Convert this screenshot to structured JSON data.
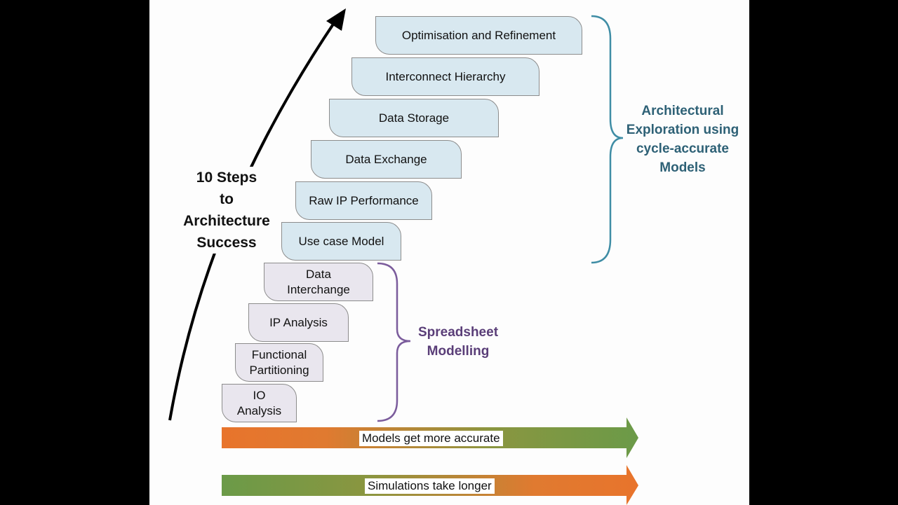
{
  "title": {
    "line1": "10 Steps",
    "line2": "to",
    "line3": "Architecture",
    "line4": "Success"
  },
  "steps": [
    {
      "label_line1": "IO",
      "label_line2": "Analysis",
      "group": "spreadsheet"
    },
    {
      "label_line1": "Functional",
      "label_line2": "Partitioning",
      "group": "spreadsheet"
    },
    {
      "label_line1": "IP Analysis",
      "label_line2": "",
      "group": "spreadsheet"
    },
    {
      "label_line1": "Data",
      "label_line2": "Interchange",
      "group": "spreadsheet"
    },
    {
      "label_line1": "Use case Model",
      "label_line2": "",
      "group": "architectural"
    },
    {
      "label_line1": "Raw IP Performance",
      "label_line2": "",
      "group": "architectural"
    },
    {
      "label_line1": "Data Exchange",
      "label_line2": "",
      "group": "architectural"
    },
    {
      "label_line1": "Data Storage",
      "label_line2": "",
      "group": "architectural"
    },
    {
      "label_line1": "Interconnect Hierarchy",
      "label_line2": "",
      "group": "architectural"
    },
    {
      "label_line1": "Optimisation and Refinement",
      "label_line2": "",
      "group": "architectural"
    }
  ],
  "groups": {
    "architectural": {
      "line1": "Architectural",
      "line2": "Exploration using",
      "line3": "cycle-accurate",
      "line4": "Models",
      "color": "#2e6176"
    },
    "spreadsheet": {
      "line1": "Spreadsheet",
      "line2": "Modelling",
      "color": "#5a3e78"
    }
  },
  "arrows": {
    "accuracy": {
      "label": "Models get more accurate",
      "from_color": "#e8742c",
      "to_color": "#6b9a48"
    },
    "simulation": {
      "label": "Simulations take longer",
      "from_color": "#6b9a48",
      "to_color": "#e8742c"
    }
  },
  "colors": {
    "architectural_fill": "#d8e8f0",
    "spreadsheet_fill": "#e9e6ee",
    "step_border": "#8c8c8c"
  }
}
